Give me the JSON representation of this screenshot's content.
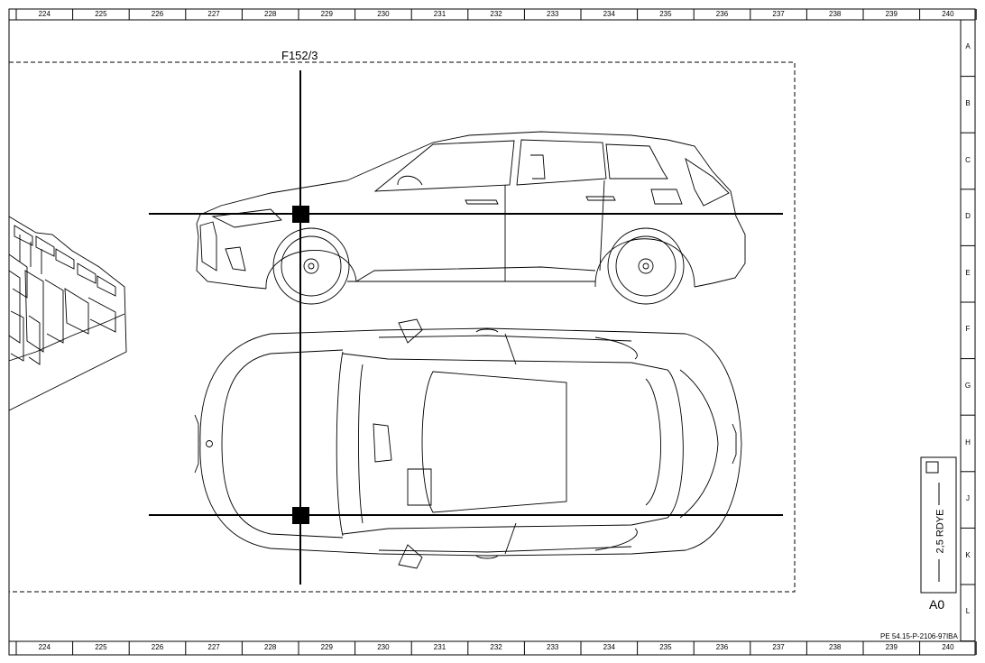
{
  "drawing": {
    "columns": [
      "224",
      "225",
      "226",
      "227",
      "228",
      "229",
      "230",
      "231",
      "232",
      "233",
      "234",
      "235",
      "236",
      "237",
      "238",
      "239",
      "240"
    ],
    "rows": [
      "A",
      "B",
      "C",
      "D",
      "E",
      "F",
      "G",
      "H",
      "J",
      "K",
      "L"
    ],
    "component_label": "F152/3",
    "doc_reference": "PE 54.15-P-2106-97IBA"
  },
  "legend_box": {
    "wire_label": "2,5 RDYE",
    "component_code": "A0"
  }
}
